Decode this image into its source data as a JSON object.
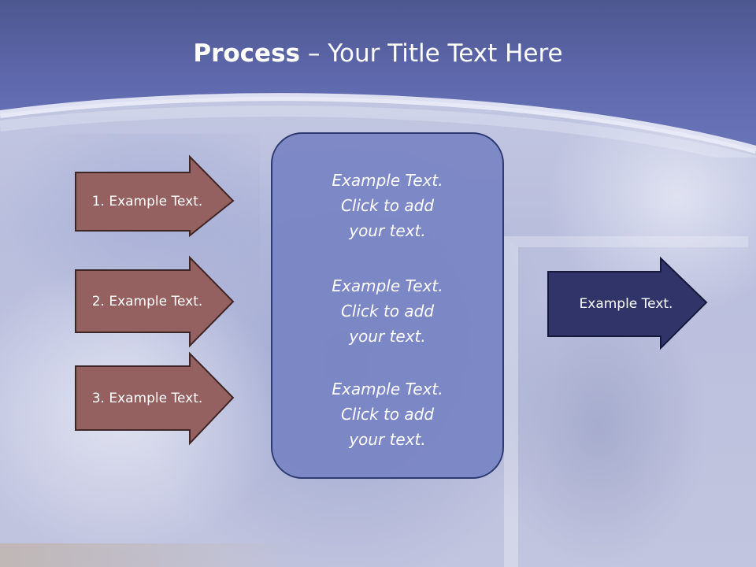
{
  "title": {
    "bold": "Process",
    "rest": " – Your Title Text Here"
  },
  "inputs": [
    {
      "label": "1. Example Text."
    },
    {
      "label": "2. Example Text."
    },
    {
      "label": "3. Example Text."
    }
  ],
  "center": {
    "paragraphs": [
      "Example Text.\nClick  to add\nyour text.",
      "Example Text.\nClick  to add\nyour text.",
      "Example Text.\nClick  to add\nyour text."
    ]
  },
  "output": {
    "label": "Example Text."
  },
  "colors": {
    "header_band": "#5e68ad",
    "input_arrow_fill": "#956060",
    "output_arrow_fill": "#303469",
    "center_box_fill": "#7884c4"
  }
}
